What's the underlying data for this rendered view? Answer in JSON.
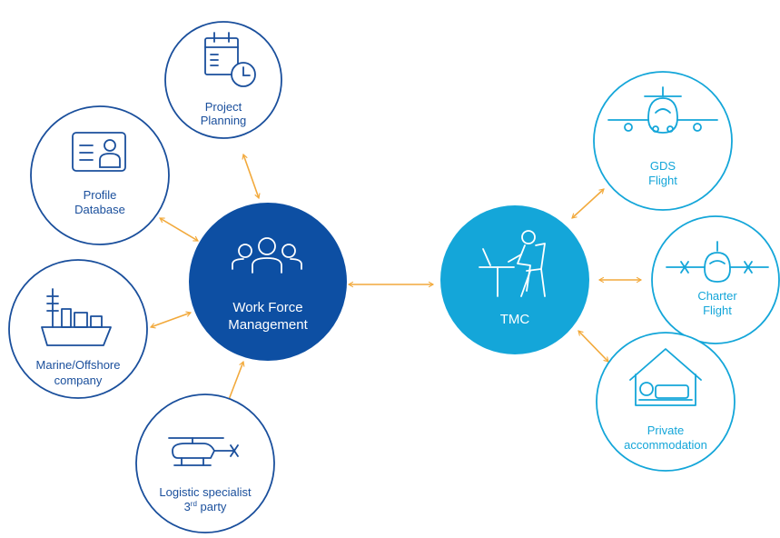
{
  "colors": {
    "dark_blue": "#1a4f9c",
    "hub_dark": "#0d4fa3",
    "light_blue": "#14a6d9",
    "arrow": "#f2a93b",
    "white": "#ffffff"
  },
  "hubs": {
    "wfm": {
      "line1": "Work Force",
      "line2": "Management",
      "icon": "people-group-icon"
    },
    "tmc": {
      "line1": "TMC",
      "icon": "person-at-desk-icon"
    }
  },
  "nodes": {
    "project_planning": {
      "line1": "Project",
      "line2": "Planning",
      "icon": "calendar-clock-icon"
    },
    "profile_database": {
      "line1": "Profile",
      "line2": "Database",
      "icon": "id-card-icon"
    },
    "marine": {
      "line1": "Marine/Offshore",
      "line2": "company",
      "icon": "ship-icon"
    },
    "logistic": {
      "line1": "Logistic specialist",
      "line2_base": "3",
      "line2_sup": "rd",
      "line2_rest": " party",
      "icon": "helicopter-icon"
    },
    "gds_flight": {
      "line1": "GDS",
      "line2": "Flight",
      "icon": "airplane-icon"
    },
    "charter_flight": {
      "line1": "Charter",
      "line2": "Flight",
      "icon": "propeller-plane-icon"
    },
    "private_accommodation": {
      "line1": "Private",
      "line2": "accommodation",
      "icon": "bed-house-icon"
    }
  }
}
